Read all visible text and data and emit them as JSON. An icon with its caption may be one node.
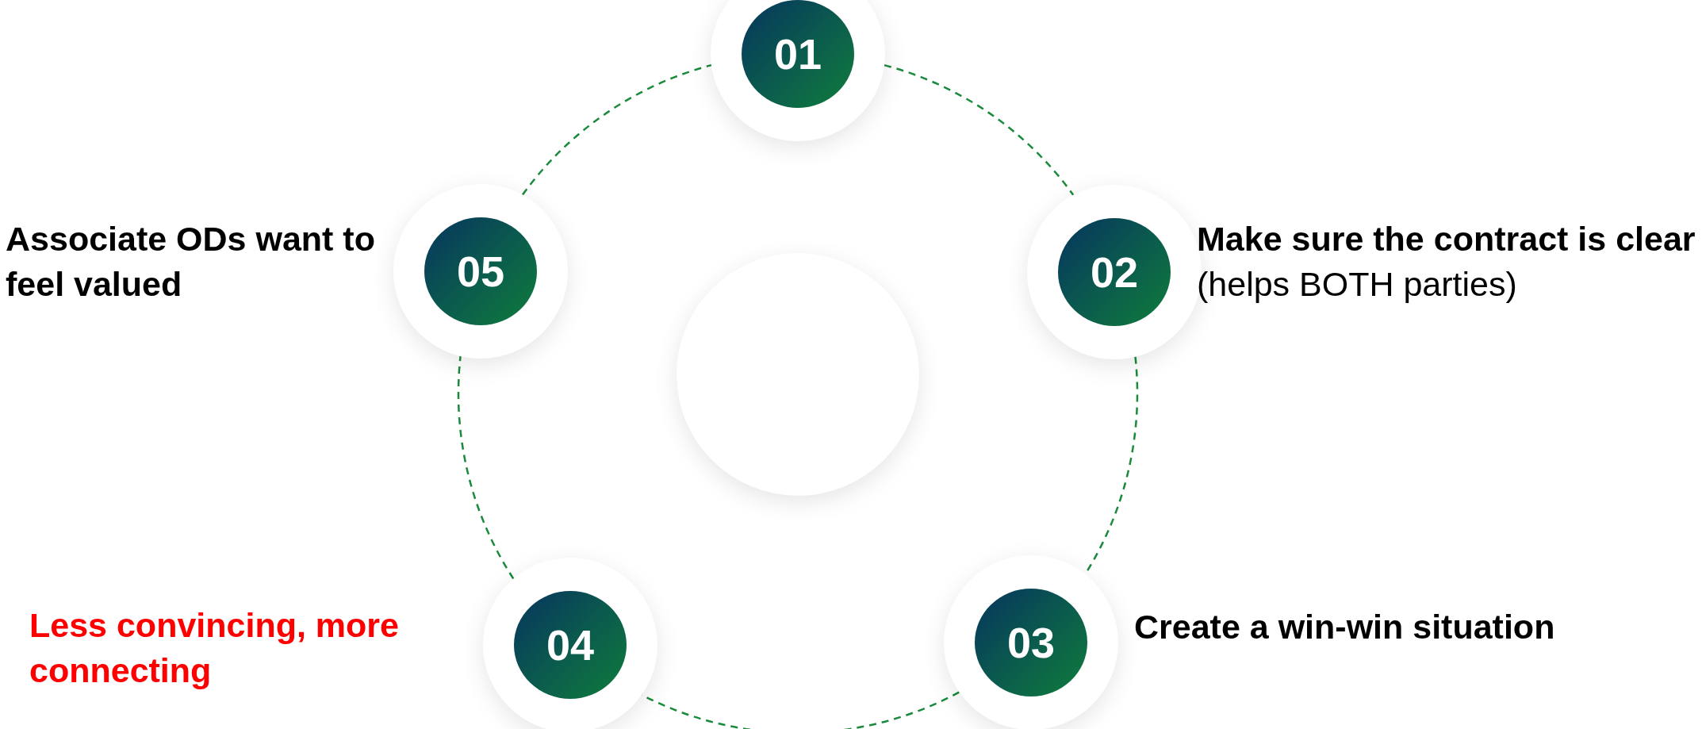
{
  "diagram": {
    "nodes": [
      {
        "text": [
          "01"
        ]
      },
      {
        "text": [
          "02"
        ],
        "beside": [
          "**Make sure the contract is clear** (helps BOTH parties)"
        ]
      },
      {
        "text": [
          "03"
        ],
        "beside": [
          "Create a win-win situation"
        ]
      },
      {
        "text": [
          "04"
        ],
        "beside": [
          "Less convincing, more connecting"
        ]
      },
      {
        "text": [
          "05"
        ],
        "beside": [
          "Associate ODs want to feel valued"
        ]
      },
      {
        "text": [],
        "shape": "circle"
      }
    ],
    "edges": [
      {
        "from": 0,
        "to": 1,
        "arrow": "none",
        "style": "dashed"
      },
      {
        "from": 1,
        "to": 2,
        "arrow": "none",
        "style": "dashed"
      },
      {
        "from": 2,
        "to": 3,
        "arrow": "none",
        "style": "dashed"
      },
      {
        "from": 3,
        "to": 4,
        "arrow": "none",
        "style": "dashed"
      },
      {
        "from": 4,
        "to": 0,
        "arrow": "none",
        "style": "dashed"
      }
    ]
  }
}
